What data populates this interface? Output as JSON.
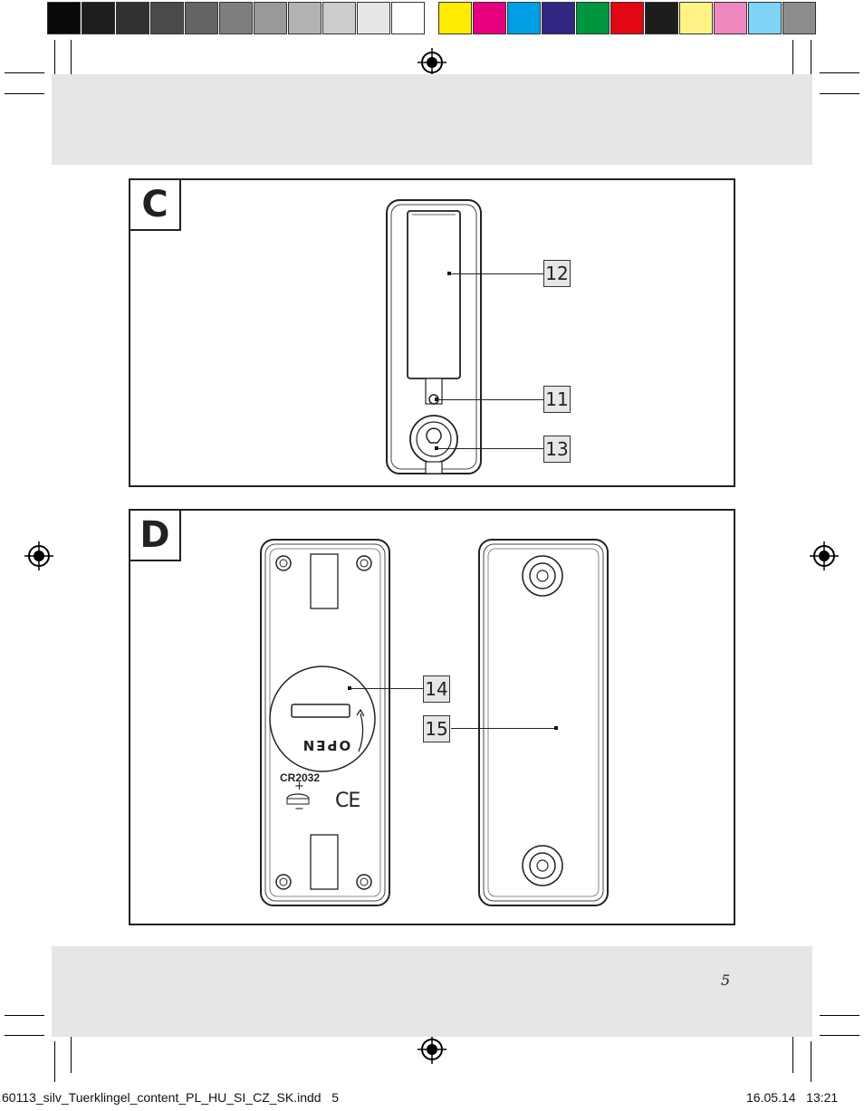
{
  "colors": {
    "grays": [
      "#0a0a0a",
      "#1e1e1e",
      "#323232",
      "#4a4a4a",
      "#646464",
      "#7e7e7e",
      "#999999",
      "#b3b3b3",
      "#cccccc",
      "#e6e6e6",
      "#ffffff"
    ],
    "process": [
      "#ffec00",
      "#e6007e",
      "#009fe3",
      "#312783",
      "#009640",
      "#e30613",
      "#1d1d1b",
      "#fff385",
      "#f088c0",
      "#7fd3f7",
      "#8c8c8c"
    ]
  },
  "figure_c": {
    "label": "C",
    "callouts": [
      "12",
      "11",
      "13"
    ]
  },
  "figure_d": {
    "label": "D",
    "callouts": [
      "14",
      "15"
    ],
    "battery_open_text": "OPEN",
    "battery_type": "CR2032",
    "polarity_plus": "+",
    "polarity_minus": "−",
    "ce_mark": "CE"
  },
  "page_number": "5",
  "footer": {
    "file": "60113_silv_Tuerklingel_content_PL_HU_SI_CZ_SK.indd   5",
    "date": "16.05.14   13:21"
  }
}
